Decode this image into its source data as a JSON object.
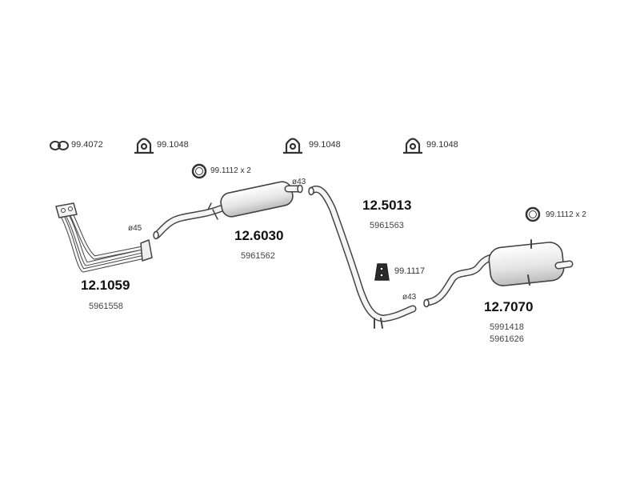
{
  "accessories": [
    {
      "code": "99.4072",
      "icon": "double-ring-gasket-icon"
    },
    {
      "code": "99.1048",
      "icon": "u-clamp-icon"
    },
    {
      "code": "99.1048",
      "icon": "u-clamp-icon"
    },
    {
      "code": "99.1048",
      "icon": "u-clamp-icon"
    }
  ],
  "fittings": {
    "ring_1": "99.1112 x 2",
    "ring_2": "99.1112 x 2",
    "hanger": "99.1117"
  },
  "parts": [
    {
      "number": "12.1059",
      "oem": [
        "5961558"
      ],
      "diameter": "ø45"
    },
    {
      "number": "12.6030",
      "oem": [
        "5961562"
      ],
      "diameter": "ø43"
    },
    {
      "number": "12.5013",
      "oem": [
        "5961563"
      ],
      "diameter": "ø43"
    },
    {
      "number": "12.7070",
      "oem": [
        "5991418",
        "5961626"
      ]
    }
  ],
  "colors": {
    "line": "#444444",
    "fill": "#f4f4f4",
    "shade": "#d8d8d8"
  }
}
